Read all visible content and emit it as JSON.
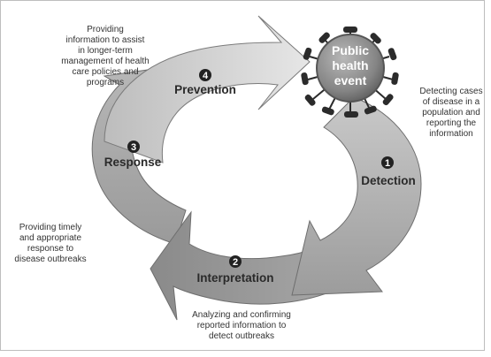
{
  "center_event": {
    "lines": [
      "Public",
      "health",
      "event"
    ]
  },
  "stages": [
    {
      "number": "1",
      "title": "Detection",
      "description": "Detecting cases\nof disease in a\npopulation and\nreporting the\ninformation"
    },
    {
      "number": "2",
      "title": "Interpretation",
      "description": "Analyzing and confirming\nreported information to\ndetect outbreaks"
    },
    {
      "number": "3",
      "title": "Response",
      "description": "Providing timely\nand appropriate\nresponse to\ndisease outbreaks"
    },
    {
      "number": "4",
      "title": "Prevention",
      "description": "Providing\ninformation to assist\nin longer-term\nmanagement of health\ncare policies and\nprograms"
    }
  ],
  "colors": {
    "arrow_light": "#dcdcdc",
    "arrow_mid": "#a9a9a9",
    "arrow_dark": "#7a7a7a",
    "event_fill": "#8f8f8f",
    "event_rim": "#555555",
    "spike": "#2b2b2b"
  }
}
